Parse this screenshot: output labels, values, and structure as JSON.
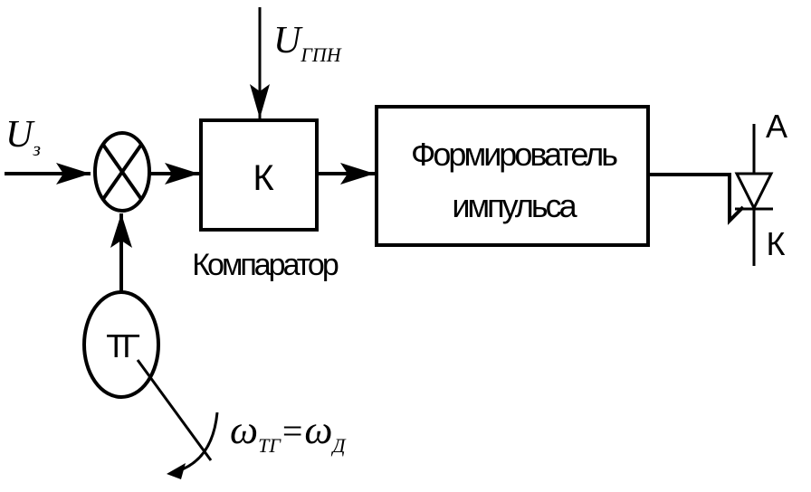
{
  "inputs": {
    "u_z": {
      "main": "U",
      "sub": "з"
    },
    "u_gpn": {
      "main": "U",
      "sub": "ГПН"
    }
  },
  "blocks": {
    "comparator": {
      "symbol": "К",
      "caption": "Компаратор"
    },
    "pulse_former": {
      "line1": "Формирователь",
      "line2": "импульса"
    },
    "tachogenerator": {
      "symbol": "ТГ"
    }
  },
  "thyristor": {
    "anode": "А",
    "cathode": "К"
  },
  "speed_equation": {
    "lhs": "ω",
    "lhs_sub": "ТГ",
    "eq": "=",
    "rhs": "ω",
    "rhs_sub": "Д"
  },
  "colors": {
    "stroke": "#000000",
    "background": "#ffffff"
  }
}
